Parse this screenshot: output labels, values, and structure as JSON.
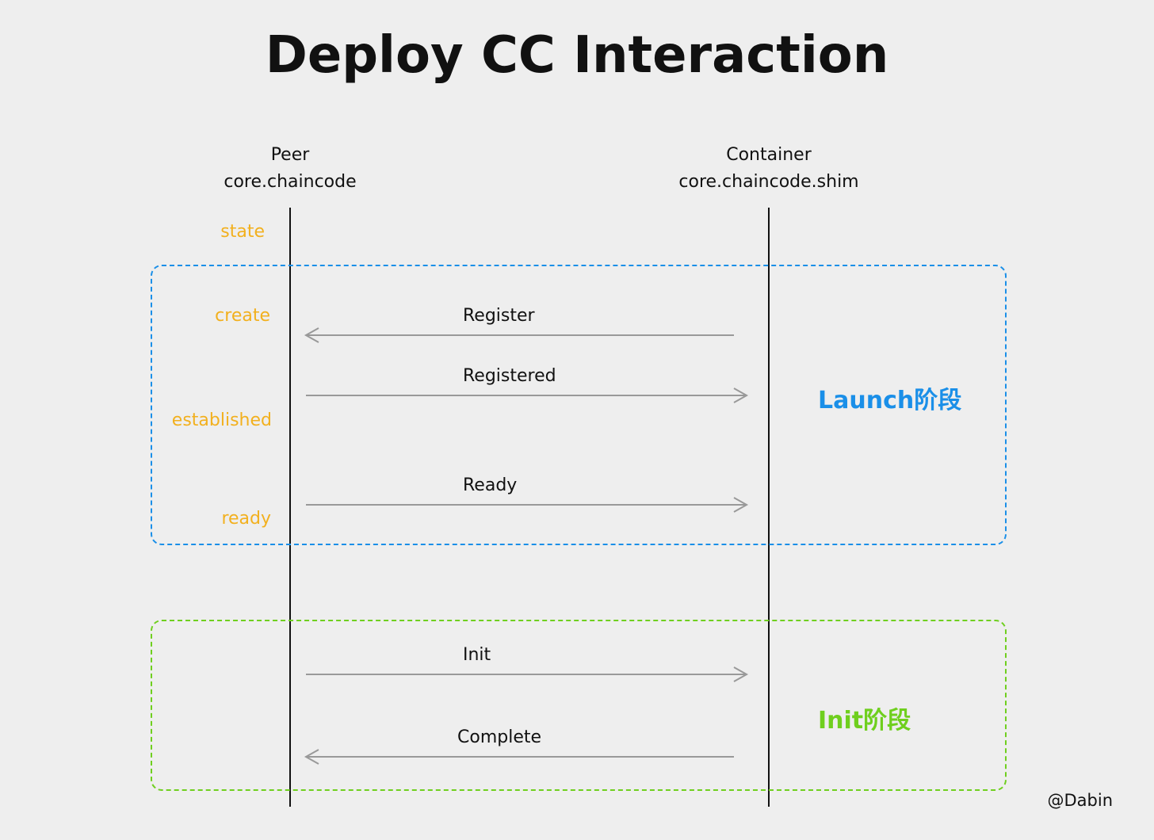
{
  "title": "Deploy CC Interaction",
  "actors": {
    "peer": {
      "line1": "Peer",
      "line2": "core.chaincode"
    },
    "container": {
      "line1": "Container",
      "line2": "core.chaincode.shim"
    }
  },
  "states": {
    "header": "state",
    "create": "create",
    "established": "established",
    "ready": "ready"
  },
  "phases": {
    "launch": {
      "label": "Launch阶段",
      "color": "#1a8fe8"
    },
    "init": {
      "label": "Init阶段",
      "color": "#6fcf1e"
    }
  },
  "messages": [
    {
      "label": "Register",
      "direction": "container-to-peer"
    },
    {
      "label": "Registered",
      "direction": "peer-to-container"
    },
    {
      "label": "Ready",
      "direction": "peer-to-container"
    },
    {
      "label": "Init",
      "direction": "peer-to-container"
    },
    {
      "label": "Complete",
      "direction": "container-to-peer"
    }
  ],
  "colors": {
    "state": "#f2b01e",
    "arrow": "#999999",
    "lifeline": "#111111"
  },
  "credit": "@Dabin"
}
